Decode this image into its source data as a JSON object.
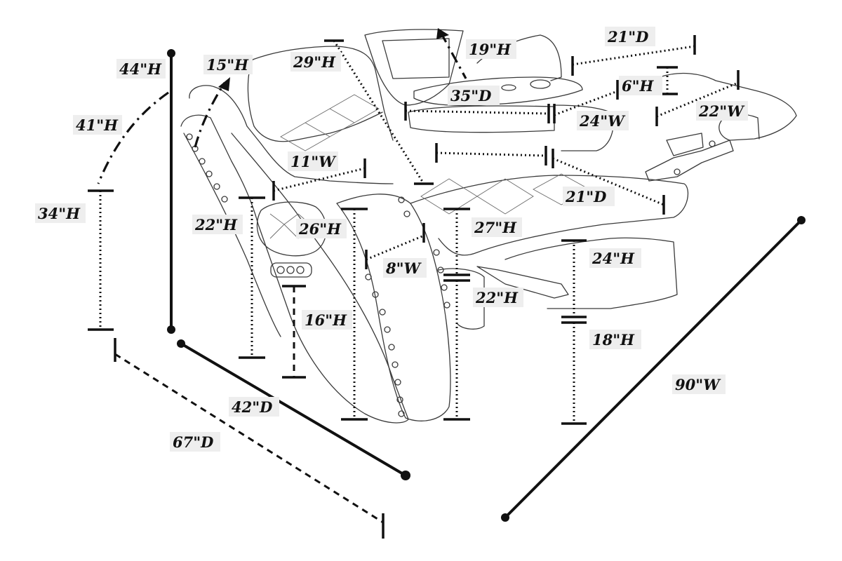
{
  "dimensions": {
    "overall_height": "44\"H",
    "reclined_height": "41\"H",
    "recline_arc": "15\"H",
    "seat_back_height": "29\"H",
    "tray_lift_height": "19\"H",
    "headrest_extension_depth": "21\"D",
    "table_depth": "35\"D",
    "tray_height": "6\"H",
    "table_width": "24\"W",
    "footrest_width": "22\"W",
    "seat_width": "11\"W",
    "seat_depth": "21\"D",
    "arm_base_height": "34\"H",
    "arm_height": "22\"H",
    "console_height": "26\"H",
    "center_height": "27\"H",
    "arm_width": "8\"W",
    "leg_rest_height": "24\"H",
    "console_storage_height": "16\"H",
    "center_seat_height": "22\"H",
    "floor_to_seat_height": "18\"H",
    "seat_depth_total": "42\"D",
    "reclined_depth": "67\"D",
    "overall_width": "90\"W"
  }
}
